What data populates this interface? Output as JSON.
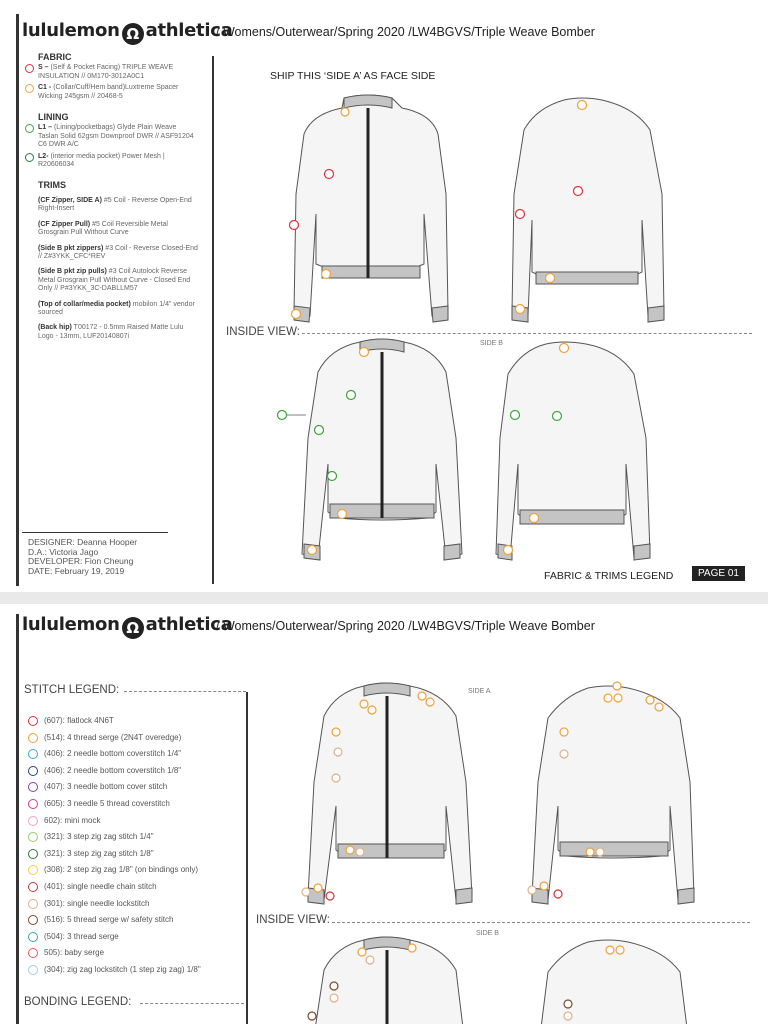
{
  "brand": {
    "left": "lululemon",
    "right": "athletica",
    "mark": "Ω"
  },
  "breadcrumb": "/ Womens/Outerwear/Spring 2020 /LW4BGVS/Triple Weave Bomber",
  "page1": {
    "fabric_title": "FABRIC",
    "fabric_items": [
      {
        "code": "S –",
        "text": "(Self & Pocket Facing) TRIPLE WEAVE INSULATION // 0M170-3012A0C1",
        "color": "#d9353d"
      },
      {
        "code": "C1 -",
        "text": "(Collar/Cuff/Hem band)Luxtreme Spacer Wicking 245gsm // 20468-5",
        "color": "#f0a23a"
      }
    ],
    "lining_title": "LINING",
    "lining_items": [
      {
        "code": "L1 –",
        "text": "(Lining/pocketbags) Glyde Plain Weave Taslan Solid 62gsm Downproof DWR // ASF91204 C6 DWR A/C",
        "color": "#3aa63a"
      },
      {
        "code": "L2-",
        "text": "(interior media pocket) Power Mesh | R20606034",
        "color": "#2a7d3e"
      }
    ],
    "trims_title": "TRIMS",
    "trims": [
      {
        "label": "(CF Zipper, SIDE A)",
        "text": "#5 Coil - Reverse Open-End Right-Insert"
      },
      {
        "label": "(CF Zipper Pull)",
        "text": "#5 Coil Reversible Metal Grosgrain Pull Without Curve"
      },
      {
        "label": "(Side B pkt zippers)",
        "text": "#3 Coil - Reverse Closed-End // Z#3YKK_CFC*REV"
      },
      {
        "label": "(Side B pkt zip pulls)",
        "text": "#3 Coil Autolock Reverse Metal Grosgrain Pull Without Curve - Closed End Only // P#3YKK_3C-DABLLM57"
      },
      {
        "label": "(Top of collar/media pocket)",
        "text": "mobilon 1/4\" vendor sourced"
      },
      {
        "label": "(Back hip)",
        "text": "T00172 - 0.5mm Raised Matte Lulu Logo - 13mm, LUF20140807i"
      }
    ],
    "meta": {
      "designer": "DESIGNER: Deanna Hooper",
      "da": "D.A.: Victoria Jago",
      "developer": "DEVELOPER: Fion Cheung",
      "date": "DATE: February 19, 2019"
    },
    "ship_note": "SHIP THIS ‘SIDE A’ AS FACE SIDE",
    "inside_view": "INSIDE VIEW:",
    "side_b": "SIDE B",
    "footer_title": "FABRIC & TRIMS LEGEND",
    "page_tag": "PAGE 01"
  },
  "page2": {
    "stitch_legend_title": "STITCH LEGEND:",
    "stitches": [
      {
        "label": "(607): flatlock 4N6T",
        "color": "#d9353d"
      },
      {
        "label": "(514): 4 thread serge (2N4T overedge)",
        "color": "#f0a23a"
      },
      {
        "label": "(406): 2 needle bottom coverstitch 1/4\"",
        "color": "#3aa8d8"
      },
      {
        "label": "(406): 2 needle bottom coverstitch 1/8\"",
        "color": "#2c3f8f"
      },
      {
        "label": "(407): 3 needle bottom cover stitch",
        "color": "#8a3fa0"
      },
      {
        "label": "(605): 3 needle 5 thread coverstitch",
        "color": "#d63a8a"
      },
      {
        "label": "602): mini mock",
        "color": "#f0a0c8"
      },
      {
        "label": "(321): 3 step zig zag stitch 1/4\"",
        "color": "#8fcf6a"
      },
      {
        "label": "(321): 3 step zig zag stitch 1/8\"",
        "color": "#2a7d3e"
      },
      {
        "label": "(308): 2 step zig zag 1/8\" (on bindings only)",
        "color": "#f2d43a"
      },
      {
        "label": "(401): single needle chain stitch",
        "color": "#c0394a"
      },
      {
        "label": "(301): single needle lockstitch",
        "color": "#e0b08a"
      },
      {
        "label": "(516): 5 thread serge w/ safety stitch",
        "color": "#7a4a2a"
      },
      {
        "label": "(504): 3 thread serge",
        "color": "#3aa89a"
      },
      {
        "label": "505): baby serge",
        "color": "#e85a5a"
      },
      {
        "label": "(304): zig zag lockstitch (1 step zig zag) 1/8\"",
        "color": "#9fd0ea"
      }
    ],
    "side_a": "SIDE A",
    "inside_view": "INSIDE VIEW:",
    "side_b": "SIDE B",
    "bonding_legend_title": "BONDING LEGEND:"
  }
}
